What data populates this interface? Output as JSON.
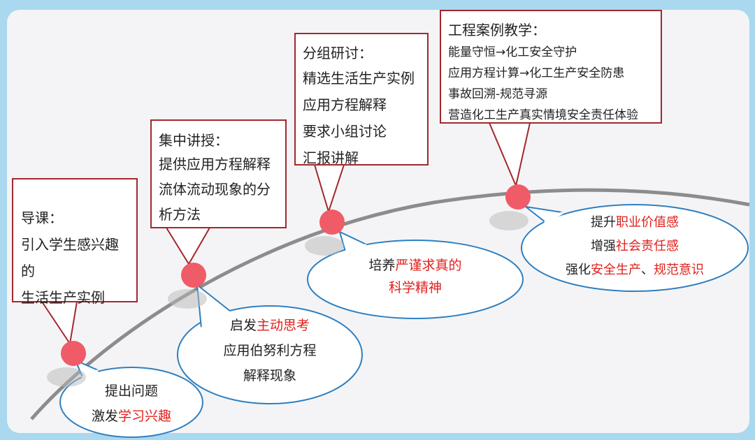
{
  "stages": [
    {
      "box": {
        "title": "导课：",
        "lines": [
          "引入学生感兴趣的",
          "生活生产实例"
        ]
      },
      "bubble": [
        [
          {
            "t": "提出问题"
          }
        ],
        [
          {
            "t": "激发"
          },
          {
            "t": "学习兴趣",
            "hl": true
          }
        ]
      ]
    },
    {
      "box": {
        "title": "集中讲授：",
        "lines": [
          "提供应用方程解释",
          "流体流动现象的分",
          "析方法"
        ]
      },
      "bubble": [
        [
          {
            "t": "启发"
          },
          {
            "t": "主动思考",
            "hl": true
          }
        ],
        [
          {
            "t": "应用伯努利方程"
          }
        ],
        [
          {
            "t": "解释现象"
          }
        ]
      ]
    },
    {
      "box": {
        "title": "分组研讨：",
        "lines": [
          "精选生活生产实例",
          "应用方程解释",
          "要求小组讨论",
          "汇报讲解"
        ]
      },
      "bubble": [
        [
          {
            "t": "培养"
          },
          {
            "t": "严谨求真的",
            "hl": true
          }
        ],
        [
          {
            "t": "科学精神",
            "hl": true
          }
        ]
      ]
    },
    {
      "box": {
        "title": "工程案例教学：",
        "lines": [
          "能量守恒→化工安全守护",
          "应用方程计算→化工生产安全防患",
          "事故回溯-规范寻源",
          "营造化工生产真实情境安全责任体验"
        ]
      },
      "bubble": [
        [
          {
            "t": "提升"
          },
          {
            "t": "职业价值感",
            "hl": true
          }
        ],
        [
          {
            "t": "增强"
          },
          {
            "t": "社会责任感",
            "hl": true
          }
        ],
        [
          {
            "t": "强化"
          },
          {
            "t": "安全生产",
            "hl": true
          },
          {
            "t": "、"
          },
          {
            "t": "规范意识",
            "hl": true
          }
        ]
      ]
    }
  ],
  "colors": {
    "box_border": "#a3272c",
    "node": "#ef5b67",
    "bubble_border": "#2f7fc0",
    "arc": "#8c8c8c",
    "highlight": "#e0201c",
    "background": "#a9d8ef"
  }
}
